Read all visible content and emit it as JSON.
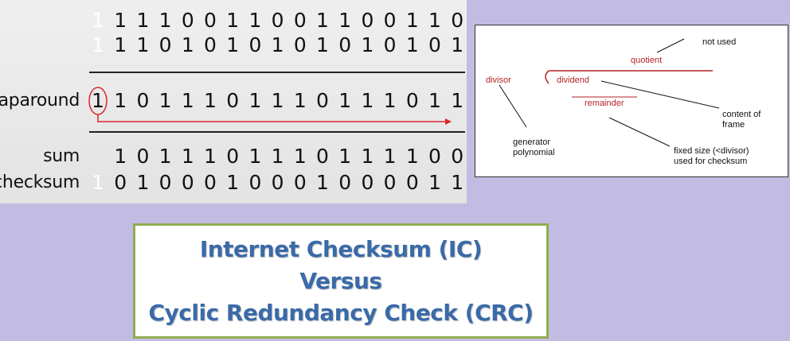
{
  "checksum": {
    "rows": [
      {
        "id": "addend-1",
        "label": "",
        "bits": [
          "1",
          "1",
          "1",
          "1",
          "0",
          "0",
          "1",
          "1",
          "0",
          "0",
          "1",
          "1",
          "0",
          "0",
          "1",
          "1",
          "0"
        ],
        "faint_first": true
      },
      {
        "id": "addend-2",
        "label": "",
        "bits": [
          "1",
          "1",
          "1",
          "0",
          "1",
          "0",
          "1",
          "0",
          "1",
          "0",
          "1",
          "0",
          "1",
          "0",
          "1",
          "0",
          "1"
        ],
        "faint_first": true
      },
      {
        "id": "wraparound",
        "label": "wraparound",
        "bits": [
          "1",
          "1",
          "0",
          "1",
          "1",
          "1",
          "0",
          "1",
          "1",
          "1",
          "0",
          "1",
          "1",
          "1",
          "0",
          "1",
          "1"
        ],
        "faint_first": false
      },
      {
        "id": "sum",
        "label": "sum",
        "bits": [
          "1",
          "0",
          "1",
          "1",
          "1",
          "0",
          "1",
          "1",
          "1",
          "0",
          "1",
          "1",
          "1",
          "1",
          "0",
          "0"
        ],
        "faint_first": false
      },
      {
        "id": "checksum",
        "label": "checksum",
        "bits": [
          "1",
          "0",
          "1",
          "0",
          "0",
          "0",
          "1",
          "0",
          "0",
          "0",
          "1",
          "0",
          "0",
          "0",
          "0",
          "1",
          "1"
        ],
        "faint_first": true
      }
    ],
    "arrow_color": "#d9262a"
  },
  "crc": {
    "labels": {
      "not_used": "not used",
      "quotient": "quotient",
      "divisor": "divisor",
      "dividend": "dividend",
      "remainder": "remainder",
      "content_of_frame_1": "content of",
      "content_of_frame_2": "frame",
      "generator_1": "generator",
      "generator_2": "polynomial",
      "fixed_size_1": "fixed size (<divisor)",
      "fixed_size_2": "used for checksum"
    },
    "accent_color": "#b22222"
  },
  "title": {
    "line1": "Internet Checksum (IC)",
    "line2": "Versus",
    "line3": "Cyclic Redundancy Check (CRC)",
    "color": "#3a6aa8",
    "border_color": "#8fae4f"
  }
}
